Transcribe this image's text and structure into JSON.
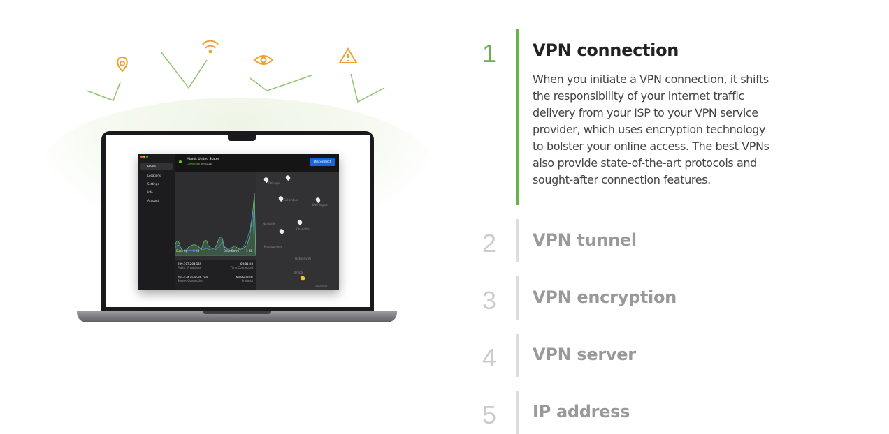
{
  "illustration": {
    "icons": [
      "location-pin-icon",
      "wifi-icon",
      "eye-icon",
      "warning-icon"
    ],
    "accent": "#f0a030",
    "line_color": "#8dc26f"
  },
  "app": {
    "location": "Miami, United States",
    "status": "Connected",
    "timer": "00:01:24",
    "disconnect": "Disconnect",
    "nav": [
      "Home",
      "Locations",
      "Settings",
      "Info",
      "Account"
    ],
    "data_up_label": "Data Up",
    "data_up": "3 KB",
    "data_down_label": "Data Down",
    "data_down": "3 KB",
    "ip": "209.107.204.169",
    "ip_label": "Public IP Address",
    "time": "00:01:28",
    "time_label": "Time Connected",
    "server": "mia-a34.ipvanish.com",
    "server_label": "Server Connection",
    "protocol": "WireGuard®",
    "protocol_label": "Protocol",
    "map_labels": [
      "Chicago",
      "Columbus",
      "Washington",
      "Nashville",
      "Charlotte",
      "Montgomery",
      "Jacksonville",
      "Tampa",
      "Bahamas"
    ]
  },
  "steps": [
    {
      "num": "1",
      "title": "VPN connection",
      "desc": "When you initiate a VPN connection, it shifts the responsibility of your internet traffic delivery from your ISP to your VPN service provider, which uses encryption technology to bolster your online access. The best VPNs also provide state-of-the-art protocols and sought-after connection features.",
      "active": true
    },
    {
      "num": "2",
      "title": "VPN tunnel"
    },
    {
      "num": "3",
      "title": "VPN encryption"
    },
    {
      "num": "4",
      "title": "VPN server"
    },
    {
      "num": "5",
      "title": "IP address"
    }
  ],
  "colors": {
    "active_green": "#6ab04c",
    "active_title": "#222",
    "inactive": "#999"
  }
}
